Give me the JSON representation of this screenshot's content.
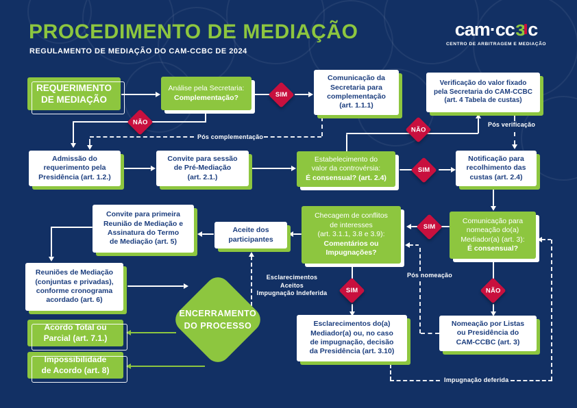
{
  "header": {
    "title": "PROCEDIMENTO DE MEDIAÇÃO",
    "subtitle": "REGULAMENTO DE MEDIAÇÃO DO CAM-CCBC DE 2024",
    "logo": {
      "brand_left": "cam·cc",
      "brand_mark": "ɜ",
      "brand_right": "c",
      "tagline": "CENTRO DE ARBITRAGEM E MEDIAÇÃO"
    }
  },
  "colors": {
    "background": "#123064",
    "green": "#8dc63f",
    "red": "#c8103e",
    "navy_text": "#1c3e7e",
    "white": "#ffffff"
  },
  "nodes": {
    "requerimento": {
      "text": "REQUERIMENTO\nDE MEDIAÇÃO"
    },
    "analise": {
      "text": "Análise pela Secretaria:",
      "bold": "Complementação?"
    },
    "comunicacao_secretaria": {
      "text": "Comunicação da\nSecretaria para\ncomplementação\n(art. 1.1.1)"
    },
    "verificacao": {
      "text": "Verificação do valor fixado\npela Secretaria do CAM-CCBC\n(art. 4 Tabela de custas)"
    },
    "admissao": {
      "text": "Admissão do\nrequerimento pela\nPresidência (art. 1.2.)"
    },
    "convite_pre": {
      "text": "Convite para sessão\nde Pré-Mediação\n(art. 2.1.)"
    },
    "estabelecimento": {
      "text": "Estabelecimento do\nvalor da controvérsia:",
      "bold": "É consensual? (art. 2.4)"
    },
    "notificacao": {
      "text": "Notificação para\nrecolhimento das\ncustas (art. 2.4)"
    },
    "convite_primeira": {
      "text": "Convite para primeira\nReunião de Mediação e\nAssinatura do Termo\nde Mediação (art. 5)"
    },
    "aceite": {
      "text": "Aceite dos\nparticipantes"
    },
    "checagem": {
      "text": "Checagem de conflitos\nde interesses\n(art. 3.1.1, 3.8 e 3.9):",
      "bold": "Comentários ou\nImpugnações?"
    },
    "comunicacao_nomeacao": {
      "text": "Comunicação para\nnomeação do(a)\nMediador(a) (art. 3):",
      "bold": "É consensual?"
    },
    "reunioes": {
      "text": "Reuniões de Mediação\n(conjuntas e privadas),\nconforme cronograma\nacordado (art. 6)"
    },
    "encerramento": {
      "text": "ENCERRAMENTO\nDO PROCESSO"
    },
    "acordo": {
      "text": "Acordo Total ou\nParcial (art. 7.1.)"
    },
    "impossibilidade": {
      "text": "Impossibilidade\nde Acordo (art. 8)"
    },
    "esclarecimentos": {
      "text": "Esclarecimentos do(a)\nMediador(a) ou, no caso\nde impugnação, decisão\nda Presidência (art. 3.10)"
    },
    "nomeacao": {
      "text": "Nomeação por Listas\nou Presidência do\nCAM-CCBC (art. 3)"
    }
  },
  "labels": {
    "sim": "SIM",
    "nao": "NÃO"
  },
  "edge_labels": {
    "pos_complementacao": "Pós complementação",
    "pos_verificacao": "Pós verificação",
    "esclarecimentos_aceitos": "Esclarecimentos Aceitos\nImpugnação Indeferida",
    "pos_nomeacao": "Pós nomeação",
    "impugnacao_deferida": "Impugnação deferida"
  }
}
